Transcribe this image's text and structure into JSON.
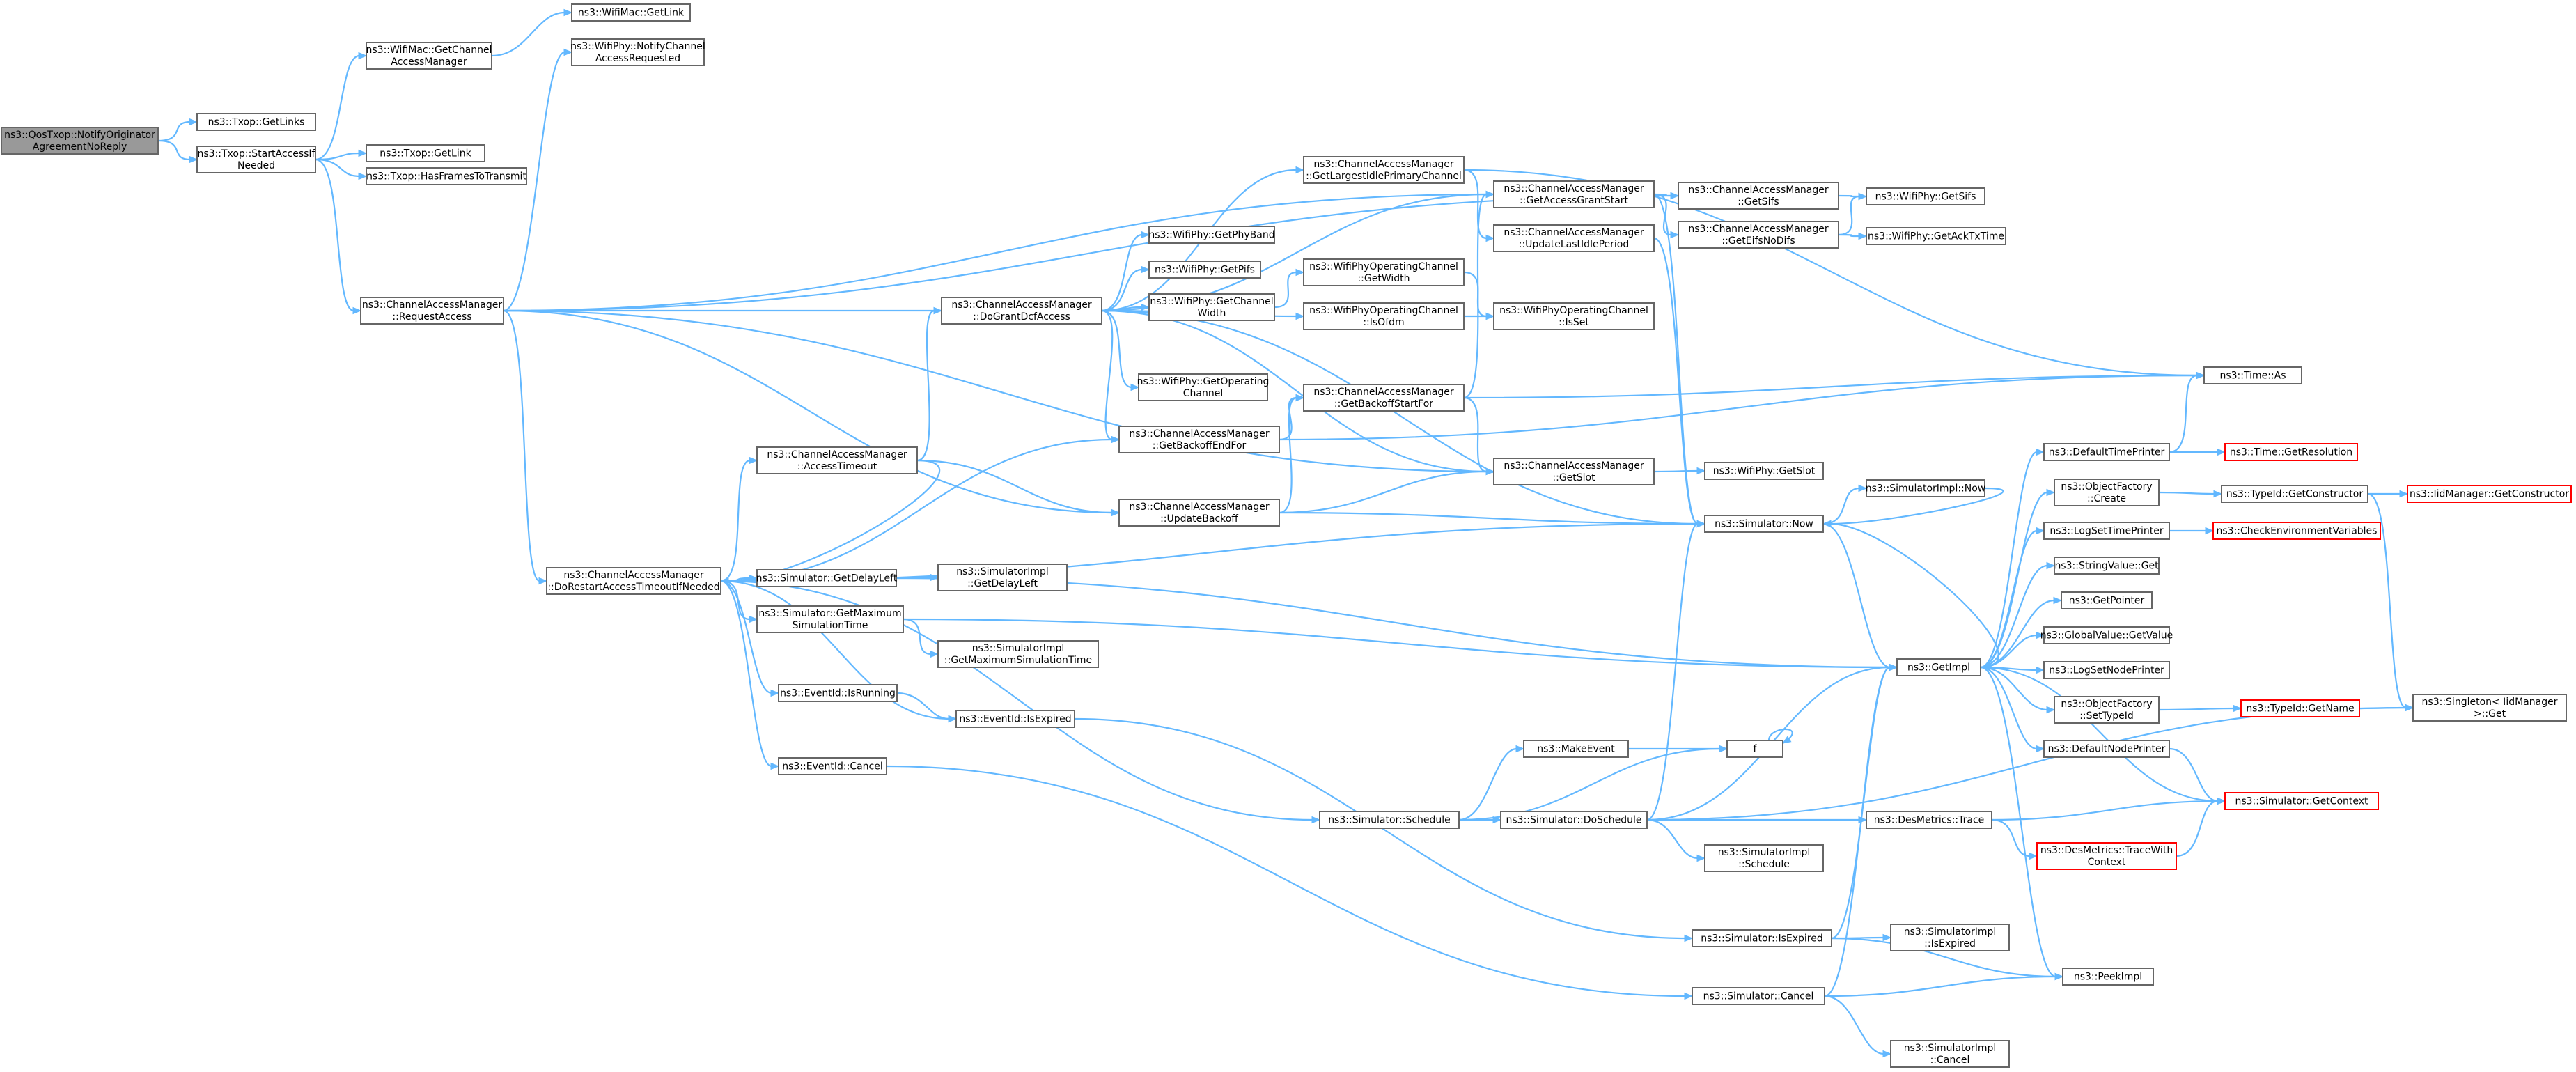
{
  "diagram": {
    "colors": {
      "edge": "#63b8ff",
      "node_border": "#666666",
      "node_fill": "#ffffff",
      "root_fill": "#999999",
      "truncated_border": "#ff0000",
      "text": "#000000"
    },
    "nodes": [
      {
        "id": "root",
        "lines": [
          "ns3::QosTxop::NotifyOriginator",
          "AgreementNoReply"
        ],
        "kind": "root"
      },
      {
        "id": "getLinks",
        "lines": [
          "ns3::Txop::GetLinks"
        ],
        "kind": "normal"
      },
      {
        "id": "startAccess",
        "lines": [
          "ns3::Txop::StartAccessIf",
          "Needed"
        ],
        "kind": "normal"
      },
      {
        "id": "wmGetCAM",
        "lines": [
          "ns3::WifiMac::GetChannel",
          "AccessManager"
        ],
        "kind": "normal"
      },
      {
        "id": "wmGetLink",
        "lines": [
          "ns3::WifiMac::GetLink"
        ],
        "kind": "normal"
      },
      {
        "id": "wpNotify",
        "lines": [
          "ns3::WifiPhy::NotifyChannel",
          "AccessRequested"
        ],
        "kind": "normal"
      },
      {
        "id": "txGetLink",
        "lines": [
          "ns3::Txop::GetLink"
        ],
        "kind": "normal"
      },
      {
        "id": "hasFrames",
        "lines": [
          "ns3::Txop::HasFramesToTransmit"
        ],
        "kind": "normal"
      },
      {
        "id": "reqAccess",
        "lines": [
          "ns3::ChannelAccessManager",
          "::RequestAccess"
        ],
        "kind": "normal"
      },
      {
        "id": "doGrant",
        "lines": [
          "ns3::ChannelAccessManager",
          "::DoGrantDcfAccess"
        ],
        "kind": "normal"
      },
      {
        "id": "getLargest",
        "lines": [
          "ns3::ChannelAccessManager",
          "::GetLargestIdlePrimaryChannel"
        ],
        "kind": "normal"
      },
      {
        "id": "getPhyBand",
        "lines": [
          "ns3::WifiPhy::GetPhyBand"
        ],
        "kind": "normal"
      },
      {
        "id": "getPifs",
        "lines": [
          "ns3::WifiPhy::GetPifs"
        ],
        "kind": "normal"
      },
      {
        "id": "getChWidth",
        "lines": [
          "ns3::WifiPhy::GetChannel",
          "Width"
        ],
        "kind": "normal"
      },
      {
        "id": "wpocGetWidth",
        "lines": [
          "ns3::WifiPhyOperatingChannel",
          "::GetWidth"
        ],
        "kind": "normal"
      },
      {
        "id": "wpocIsOfdm",
        "lines": [
          "ns3::WifiPhyOperatingChannel",
          "::IsOfdm"
        ],
        "kind": "normal"
      },
      {
        "id": "wpocIsSet",
        "lines": [
          "ns3::WifiPhyOperatingChannel",
          "::IsSet"
        ],
        "kind": "normal"
      },
      {
        "id": "getOpCh",
        "lines": [
          "ns3::WifiPhy::GetOperating",
          "Channel"
        ],
        "kind": "normal"
      },
      {
        "id": "getBoEnd",
        "lines": [
          "ns3::ChannelAccessManager",
          "::GetBackoffEndFor"
        ],
        "kind": "normal"
      },
      {
        "id": "getBoStart",
        "lines": [
          "ns3::ChannelAccessManager",
          "::GetBackoffStartFor"
        ],
        "kind": "normal"
      },
      {
        "id": "accTimeout",
        "lines": [
          "ns3::ChannelAccessManager",
          "::AccessTimeout"
        ],
        "kind": "normal"
      },
      {
        "id": "updBackoff",
        "lines": [
          "ns3::ChannelAccessManager",
          "::UpdateBackoff"
        ],
        "kind": "normal"
      },
      {
        "id": "getAccGrant",
        "lines": [
          "ns3::ChannelAccessManager",
          "::GetAccessGrantStart"
        ],
        "kind": "normal"
      },
      {
        "id": "updLastIdle",
        "lines": [
          "ns3::ChannelAccessManager",
          "::UpdateLastIdlePeriod"
        ],
        "kind": "normal"
      },
      {
        "id": "camGetSifs",
        "lines": [
          "ns3::ChannelAccessManager",
          "::GetSifs"
        ],
        "kind": "normal"
      },
      {
        "id": "camGetEifs",
        "lines": [
          "ns3::ChannelAccessManager",
          "::GetEifsNoDifs"
        ],
        "kind": "normal"
      },
      {
        "id": "wpGetSifs",
        "lines": [
          "ns3::WifiPhy::GetSifs"
        ],
        "kind": "normal"
      },
      {
        "id": "wpGetAck",
        "lines": [
          "ns3::WifiPhy::GetAckTxTime"
        ],
        "kind": "normal"
      },
      {
        "id": "camGetSlot",
        "lines": [
          "ns3::ChannelAccessManager",
          "::GetSlot"
        ],
        "kind": "normal"
      },
      {
        "id": "wpGetSlot",
        "lines": [
          "ns3::WifiPhy::GetSlot"
        ],
        "kind": "normal"
      },
      {
        "id": "timeAs",
        "lines": [
          "ns3::Time::As"
        ],
        "kind": "normal"
      },
      {
        "id": "doRestart",
        "lines": [
          "ns3::ChannelAccessManager",
          "::DoRestartAccessTimeoutIfNeeded"
        ],
        "kind": "normal"
      },
      {
        "id": "simGetDelay",
        "lines": [
          "ns3::Simulator::GetDelayLeft"
        ],
        "kind": "normal"
      },
      {
        "id": "simImplGetDelay",
        "lines": [
          "ns3::SimulatorImpl",
          "::GetDelayLeft"
        ],
        "kind": "normal"
      },
      {
        "id": "simGetMax",
        "lines": [
          "ns3::Simulator::GetMaximum",
          "SimulationTime"
        ],
        "kind": "normal"
      },
      {
        "id": "simImplGetMax",
        "lines": [
          "ns3::SimulatorImpl",
          "::GetMaximumSimulationTime"
        ],
        "kind": "normal"
      },
      {
        "id": "evIsRunning",
        "lines": [
          "ns3::EventId::IsRunning"
        ],
        "kind": "normal"
      },
      {
        "id": "evIsExpired",
        "lines": [
          "ns3::EventId::IsExpired"
        ],
        "kind": "normal"
      },
      {
        "id": "evCancel",
        "lines": [
          "ns3::EventId::Cancel"
        ],
        "kind": "normal"
      },
      {
        "id": "simNow",
        "lines": [
          "ns3::Simulator::Now"
        ],
        "kind": "normal"
      },
      {
        "id": "simImplNow",
        "lines": [
          "ns3::SimulatorImpl::Now"
        ],
        "kind": "normal"
      },
      {
        "id": "getImpl",
        "lines": [
          "ns3::GetImpl"
        ],
        "kind": "normal"
      },
      {
        "id": "simSchedule",
        "lines": [
          "ns3::Simulator::Schedule"
        ],
        "kind": "normal"
      },
      {
        "id": "makeEvent",
        "lines": [
          "ns3::MakeEvent"
        ],
        "kind": "normal"
      },
      {
        "id": "f",
        "lines": [
          "f"
        ],
        "kind": "normal"
      },
      {
        "id": "doSchedule",
        "lines": [
          "ns3::Simulator::DoSchedule"
        ],
        "kind": "normal"
      },
      {
        "id": "simImplSchedule",
        "lines": [
          "ns3::SimulatorImpl",
          "::Schedule"
        ],
        "kind": "normal"
      },
      {
        "id": "desTrace",
        "lines": [
          "ns3::DesMetrics::Trace"
        ],
        "kind": "normal"
      },
      {
        "id": "desTraceCtx",
        "lines": [
          "ns3::DesMetrics::TraceWith",
          "Context"
        ],
        "kind": "truncated"
      },
      {
        "id": "simIsExpired",
        "lines": [
          "ns3::Simulator::IsExpired"
        ],
        "kind": "normal"
      },
      {
        "id": "simImplIsExpired",
        "lines": [
          "ns3::SimulatorImpl",
          "::IsExpired"
        ],
        "kind": "normal"
      },
      {
        "id": "simCancel",
        "lines": [
          "ns3::Simulator::Cancel"
        ],
        "kind": "normal"
      },
      {
        "id": "simImplCancel",
        "lines": [
          "ns3::SimulatorImpl",
          "::Cancel"
        ],
        "kind": "normal"
      },
      {
        "id": "peekImpl",
        "lines": [
          "ns3::PeekImpl"
        ],
        "kind": "normal"
      },
      {
        "id": "defTimePrinter",
        "lines": [
          "ns3::DefaultTimePrinter"
        ],
        "kind": "normal"
      },
      {
        "id": "timeGetRes",
        "lines": [
          "ns3::Time::GetResolution"
        ],
        "kind": "truncated"
      },
      {
        "id": "ofCreate",
        "lines": [
          "ns3::ObjectFactory",
          "::Create"
        ],
        "kind": "normal"
      },
      {
        "id": "typeIdGetCtor",
        "lines": [
          "ns3::TypeId::GetConstructor"
        ],
        "kind": "normal"
      },
      {
        "id": "iidGetCtor",
        "lines": [
          "ns3::IidManager::GetConstructor"
        ],
        "kind": "truncated"
      },
      {
        "id": "logSetTime",
        "lines": [
          "ns3::LogSetTimePrinter"
        ],
        "kind": "normal"
      },
      {
        "id": "checkEnv",
        "lines": [
          "ns3::CheckEnvironmentVariables"
        ],
        "kind": "truncated"
      },
      {
        "id": "strValGet",
        "lines": [
          "ns3::StringValue::Get"
        ],
        "kind": "normal"
      },
      {
        "id": "getPointer",
        "lines": [
          "ns3::GetPointer"
        ],
        "kind": "normal"
      },
      {
        "id": "globalVal",
        "lines": [
          "ns3::GlobalValue::GetValue"
        ],
        "kind": "normal"
      },
      {
        "id": "logSetNode",
        "lines": [
          "ns3::LogSetNodePrinter"
        ],
        "kind": "normal"
      },
      {
        "id": "ofSetTypeId",
        "lines": [
          "ns3::ObjectFactory",
          "::SetTypeId"
        ],
        "kind": "normal"
      },
      {
        "id": "typeIdGetName",
        "lines": [
          "ns3::TypeId::GetName"
        ],
        "kind": "truncated"
      },
      {
        "id": "defNodePrinter",
        "lines": [
          "ns3::DefaultNodePrinter"
        ],
        "kind": "normal"
      },
      {
        "id": "simGetCtx",
        "lines": [
          "ns3::Simulator::GetContext"
        ],
        "kind": "truncated"
      },
      {
        "id": "singletonGet",
        "lines": [
          "ns3::Singleton< IidManager",
          " >::Get"
        ],
        "kind": "normal"
      }
    ]
  }
}
